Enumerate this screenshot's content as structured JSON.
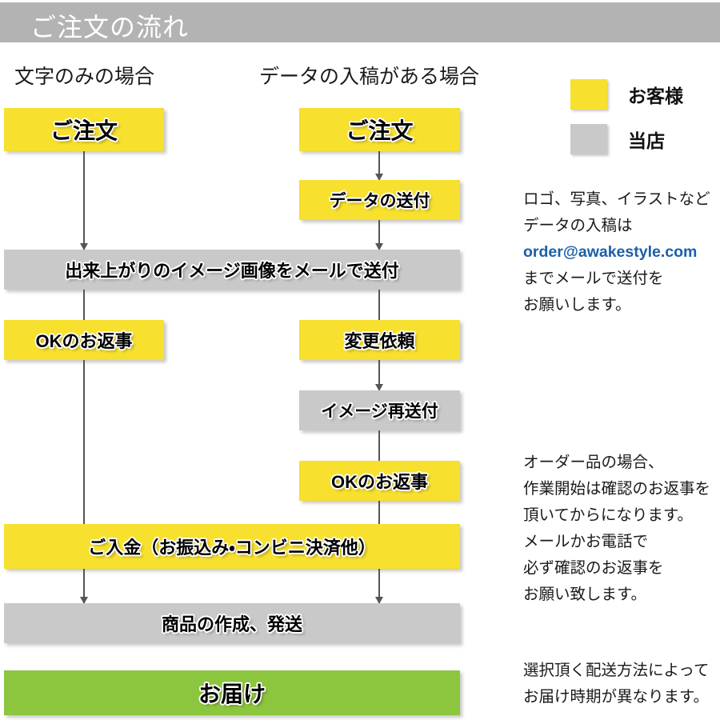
{
  "header": {
    "title": "ご注文の流れ"
  },
  "columns": {
    "left_caption": "文字のみの場合",
    "right_caption": "データの入稿がある場合"
  },
  "flow": {
    "left": [
      {
        "label": "ご注文",
        "fill": "yellow",
        "owner": "customer"
      },
      {
        "label": "OKのお返事",
        "fill": "yellow",
        "owner": "customer"
      }
    ],
    "right": [
      {
        "label": "ご注文",
        "fill": "yellow",
        "owner": "customer"
      },
      {
        "label": "データの送付",
        "fill": "yellow",
        "owner": "customer"
      },
      {
        "label": "変更依頼",
        "fill": "yellow",
        "owner": "customer"
      },
      {
        "label": "イメージ再送付",
        "fill": "gray",
        "owner": "shop"
      },
      {
        "label": "OKのお返事",
        "fill": "yellow",
        "owner": "customer"
      }
    ],
    "shared": [
      {
        "label": "出来上がりのイメージ画像をメールで送付",
        "fill": "gray",
        "owner": "shop"
      },
      {
        "label": "ご入金（お振込み・コンビニ決済他）",
        "fill": "yellow",
        "owner": "customer"
      },
      {
        "label": "商品の作成、発送",
        "fill": "gray",
        "owner": "shop"
      },
      {
        "label": "お届け",
        "fill": "green",
        "owner": "delivery"
      }
    ]
  },
  "legend": {
    "items": [
      {
        "label": "お客様",
        "color": "#f7e02e"
      },
      {
        "label": "当店",
        "color": "#c9c9c9"
      }
    ]
  },
  "notes": {
    "data_submission": [
      "ロゴ、写真、イラストなど",
      "データの入稿は",
      "order@awakestyle.com",
      "までメールで送付を",
      "お願いします。"
    ],
    "email": "order@awakestyle.com",
    "order_confirmation": [
      "オーダー品の場合、",
      "作業開始は確認のお返事を",
      "頂いてからになります。",
      "メールかお電話で",
      "必ず確認のお返事を",
      "お願い致します。"
    ],
    "shipping": [
      "選択頂く配送方法によって",
      "お届け時期が異なります。"
    ]
  },
  "colors": {
    "customer": "#f7e02e",
    "shop": "#c9c9c9",
    "delivery": "#8cc63f",
    "header_bar": "#b3b3b3",
    "link": "#1c5fa8",
    "arrow": "#555555"
  }
}
